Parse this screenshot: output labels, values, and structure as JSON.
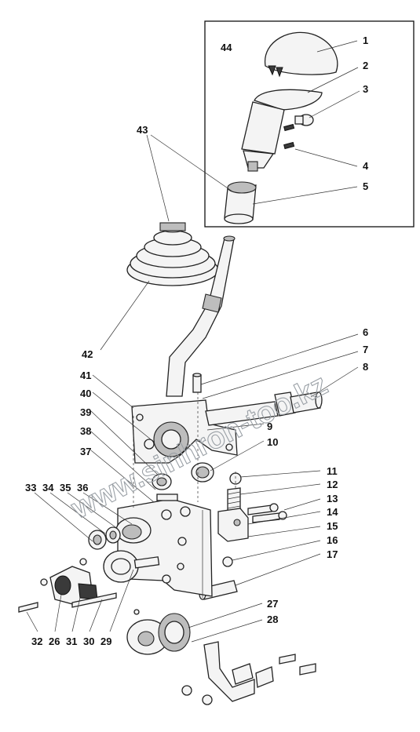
{
  "inset_label": "44",
  "watermark": "www.sinhron-too.kz",
  "callouts": [
    "1",
    "2",
    "3",
    "4",
    "5",
    "6",
    "7",
    "8",
    "9",
    "10",
    "11",
    "12",
    "13",
    "14",
    "15",
    "16",
    "17",
    "27",
    "28",
    "33",
    "34",
    "35",
    "36",
    "37",
    "38",
    "39",
    "40",
    "41",
    "42",
    "43",
    "32",
    "26",
    "31",
    "30",
    "29"
  ]
}
